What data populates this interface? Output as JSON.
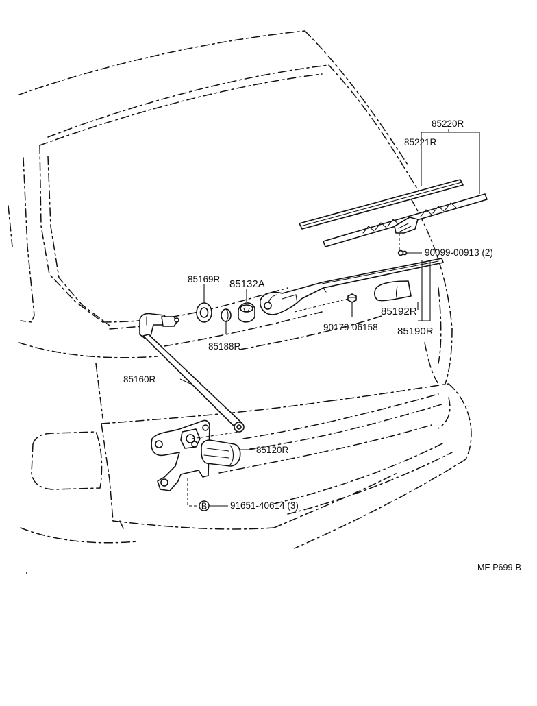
{
  "labels": {
    "p85220R": "85220R",
    "p85221R": "85221R",
    "p90099": "90099-00913 (2)",
    "p85169R": "85169R",
    "p85132A": "85132A",
    "p85188R": "85188R",
    "p90179": "90179-06158",
    "p85192R": "85192R",
    "p85190R": "85190R",
    "p85160R": "85160R",
    "p85120R": "85120R",
    "p91651": "91651-40614 (3)",
    "marker_b": "B"
  },
  "figure_ref": "ME P699-B"
}
